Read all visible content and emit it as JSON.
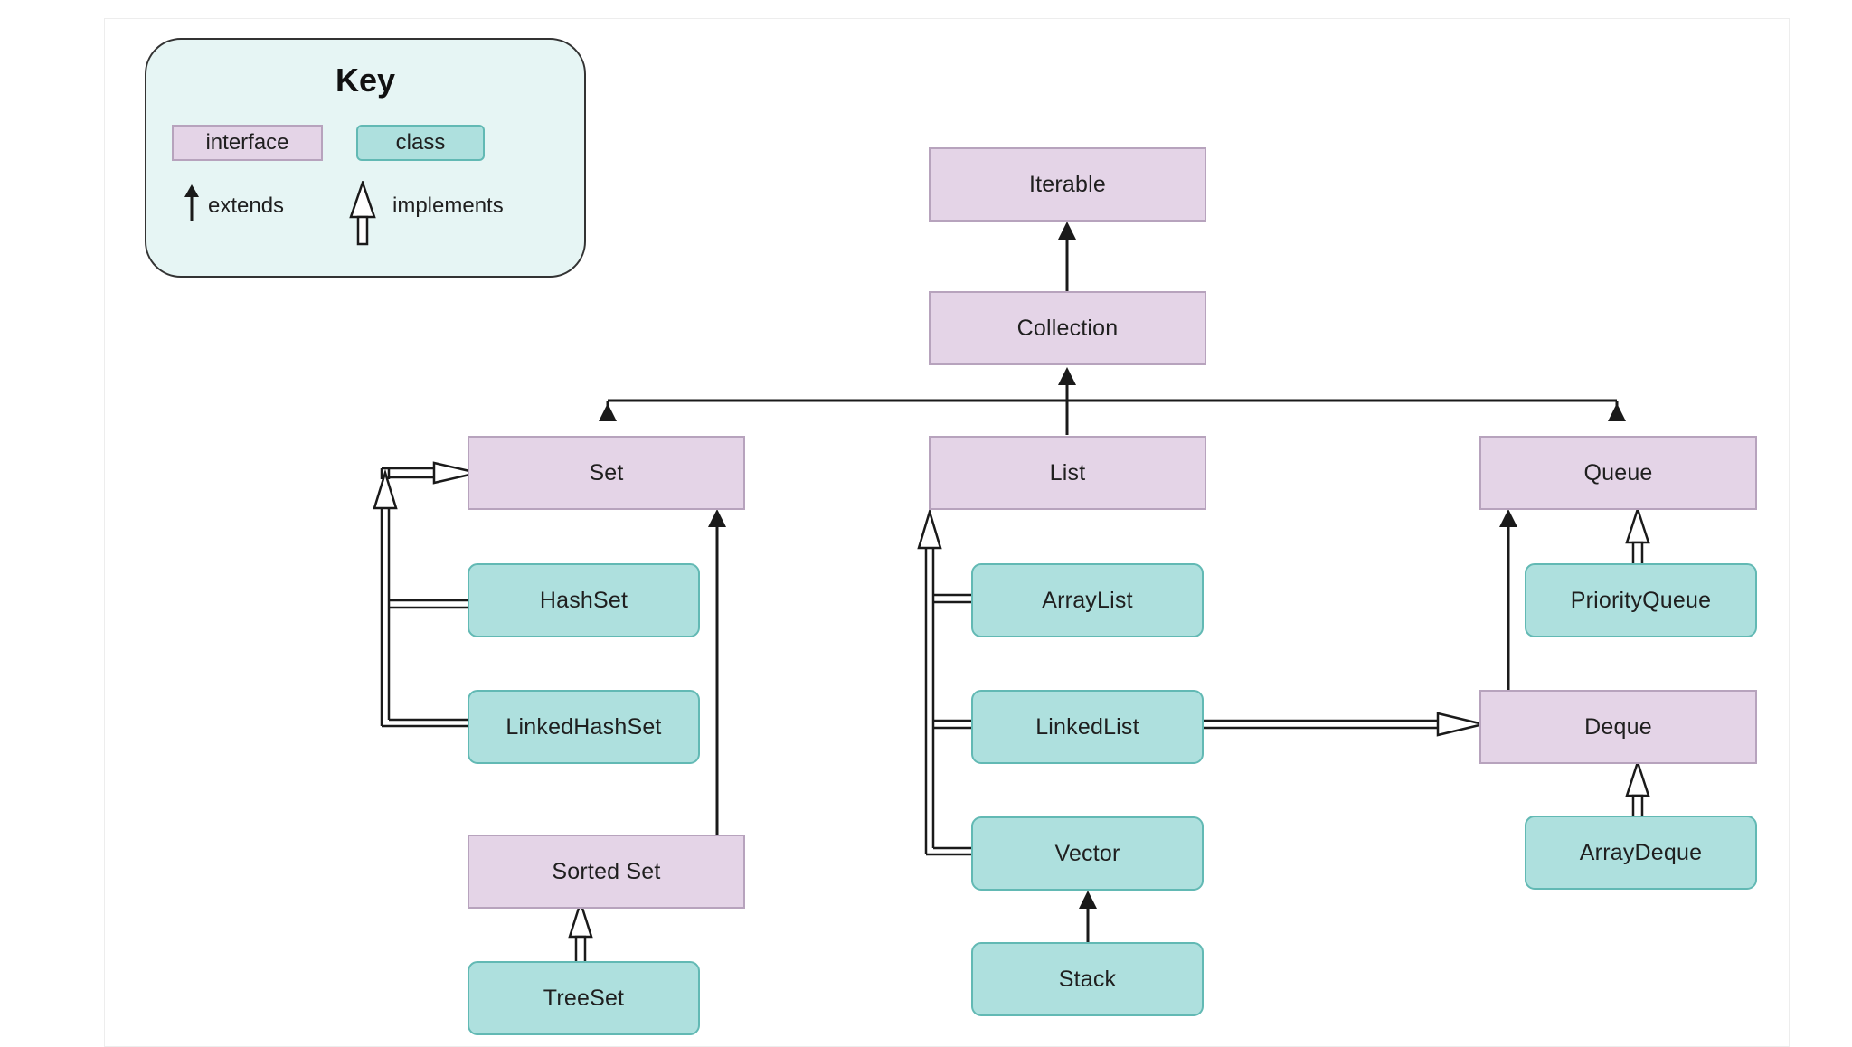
{
  "key": {
    "title": "Key",
    "interface_label": "interface",
    "class_label": "class",
    "extends_label": "extends",
    "implements_label": "implements"
  },
  "nodes": {
    "iterable": "Iterable",
    "collection": "Collection",
    "set": "Set",
    "list": "List",
    "queue": "Queue",
    "hashset": "HashSet",
    "linkedhashset": "LinkedHashSet",
    "sortedset": "Sorted Set",
    "treeset": "TreeSet",
    "arraylist": "ArrayList",
    "linkedlist": "LinkedList",
    "vector": "Vector",
    "stack": "Stack",
    "priorityqueue": "PriorityQueue",
    "deque": "Deque",
    "arraydeque": "ArrayDeque"
  },
  "colors": {
    "interface_fill": "#e4d4e7",
    "class_fill": "#aee0de",
    "key_fill": "#e6f5f4",
    "line": "#1a1a1a"
  }
}
